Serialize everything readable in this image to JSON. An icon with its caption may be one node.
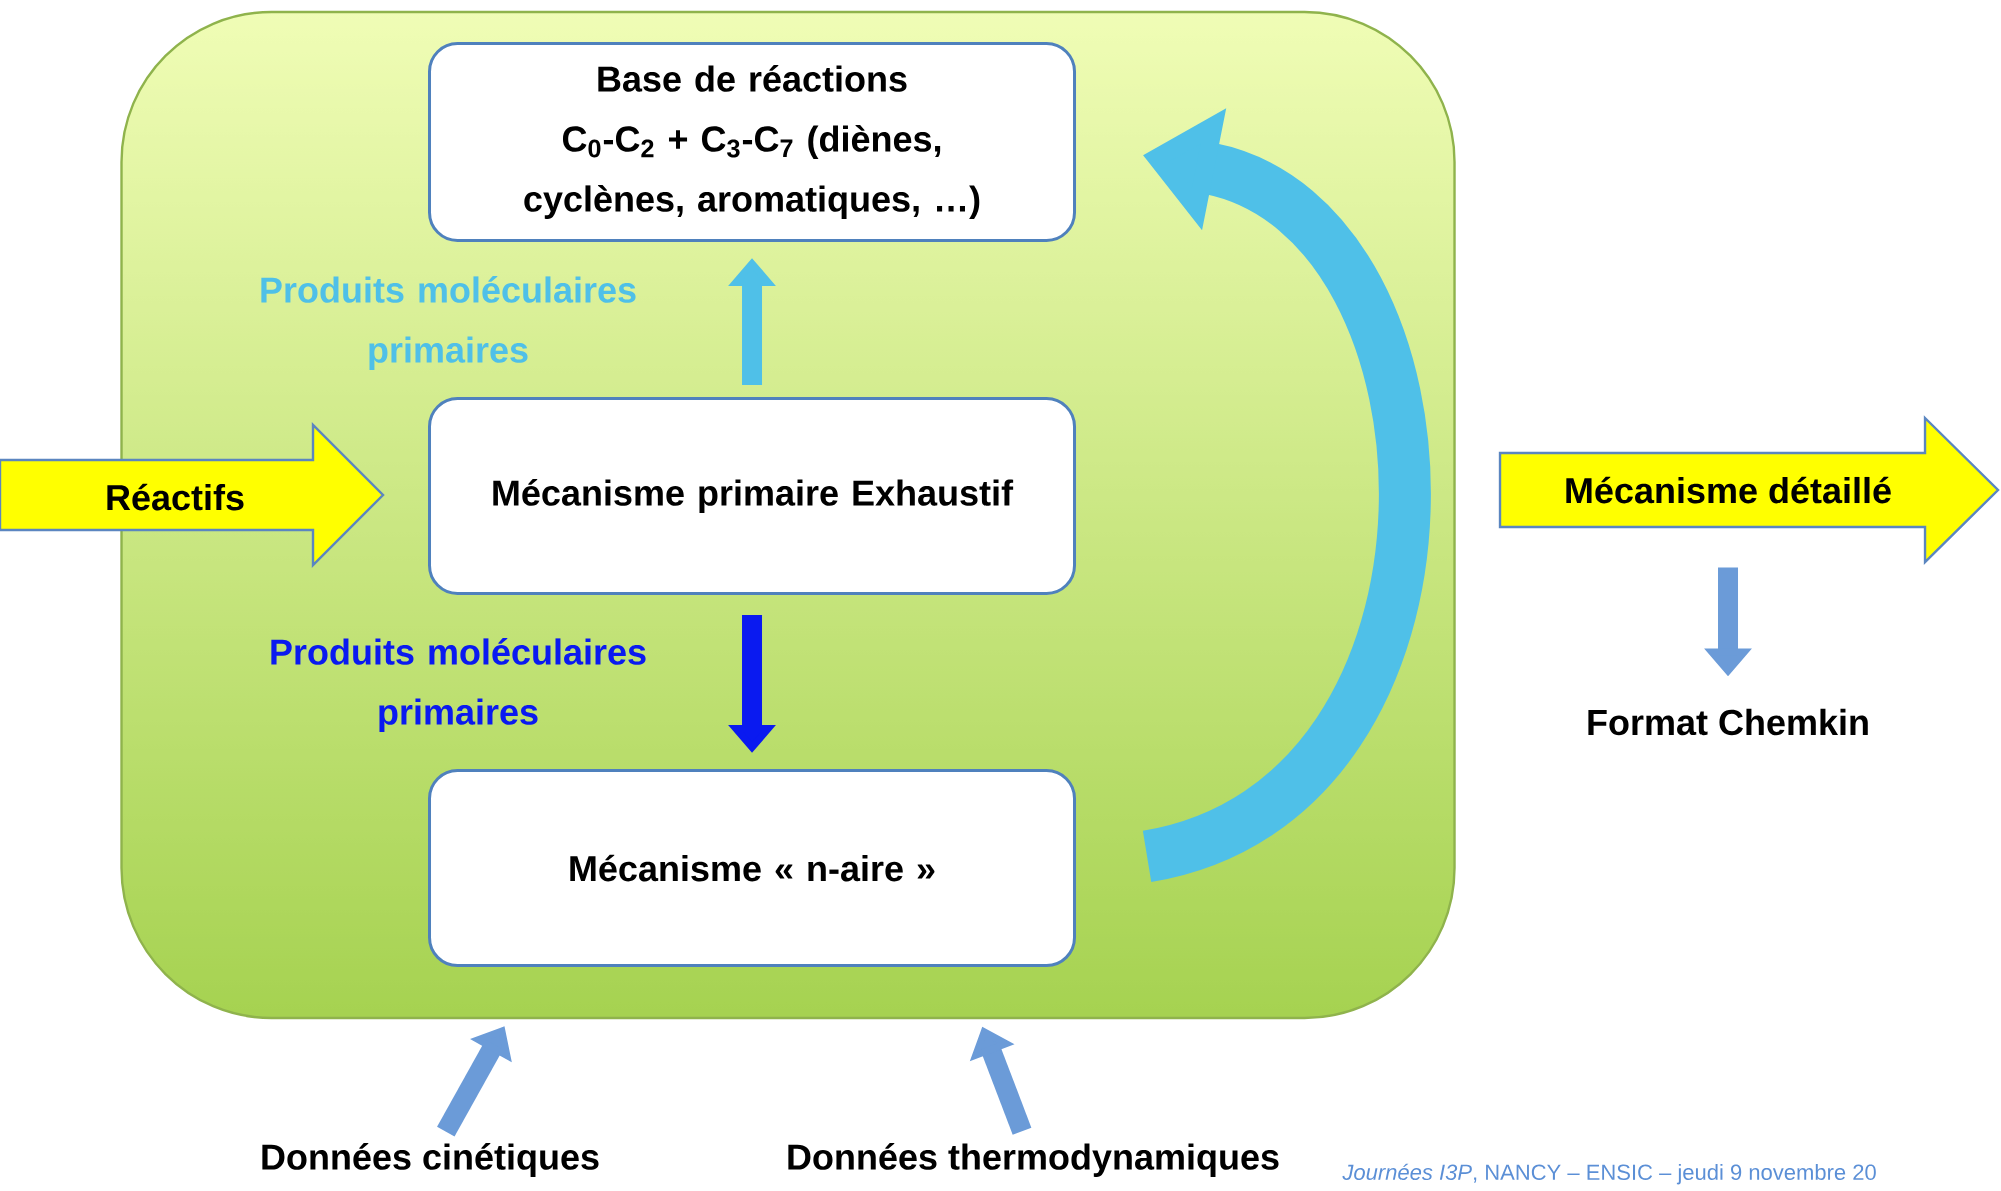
{
  "diagram": {
    "nodes": [
      {
        "text": [],
        "shape": "box"
      },
      {
        "text": [
          "Base de réactions",
          "C$_{0}$-C$_{2}$ + C$_{3}$-C$_{7}$ (diènes, cyclènes, aromatiques, …)"
        ],
        "in": 0
      },
      {
        "text": [
          "Mécanisme primaire Exhaustif"
        ],
        "in": 0
      },
      {
        "text": [
          "Mécanisme « n-aire »"
        ],
        "in": 0
      },
      {
        "text": [
          "Réactifs"
        ]
      },
      {
        "text": [
          "Mécanisme détaillé"
        ]
      },
      {
        "text": [
          "Format Chemkin"
        ]
      },
      {
        "text": [
          "Données cinétiques"
        ]
      },
      {
        "text": [
          "Données thermodynamiques"
        ]
      }
    ],
    "edges": [
      {
        "from": 2,
        "to": 1,
        "arrow": "to",
        "label": "Produits moléculaires primaires",
        "color": "#4fc0e8"
      },
      {
        "from": 2,
        "to": 3,
        "arrow": "to",
        "label": "Produits moléculaires primaires",
        "color": "#0a1af0"
      },
      {
        "from": 3,
        "to": 1,
        "arrow": "to",
        "style": "thick",
        "color": "#4fc0e8"
      },
      {
        "from": 5,
        "to": 6,
        "arrow": "to"
      },
      {
        "from": 7,
        "to": 0,
        "arrow": "to"
      },
      {
        "from": 8,
        "to": 0,
        "arrow": "to"
      }
    ],
    "labels": [
      "*Journées I3P*, NANCY – ENSIC – jeudi 9 novembre 20"
    ]
  }
}
